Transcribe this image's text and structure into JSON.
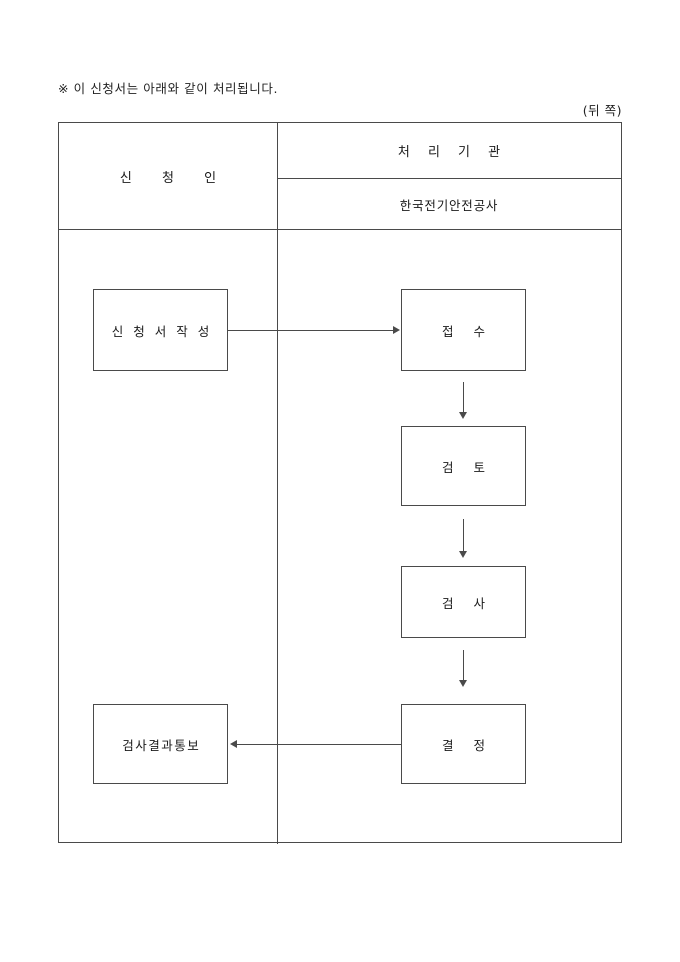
{
  "document": {
    "notice": "※ 이 신청서는 아래와 같이 처리됩니다.",
    "page_side_label": "(뒤 쪽)"
  },
  "table": {
    "headers": {
      "applicant": "신 청 인",
      "agency_title": "처 리 기 관",
      "agency_name": "한국전기안전공사"
    }
  },
  "flow": {
    "applicant_nodes": [
      {
        "id": "apply",
        "label": "신 청 서 작 성"
      },
      {
        "id": "result",
        "label": "검사결과통보"
      }
    ],
    "agency_nodes": [
      {
        "id": "receive",
        "label": "접 수"
      },
      {
        "id": "review",
        "label": "검 토"
      },
      {
        "id": "inspect",
        "label": "검 사"
      },
      {
        "id": "decide",
        "label": "결 정"
      }
    ],
    "connectors": [
      {
        "id": "apply-to-receive",
        "direction": "right"
      },
      {
        "id": "receive-to-review",
        "direction": "down"
      },
      {
        "id": "review-to-inspect",
        "direction": "down"
      },
      {
        "id": "inspect-to-decide",
        "direction": "down"
      },
      {
        "id": "decide-to-result",
        "direction": "left"
      }
    ]
  },
  "colors": {
    "line": "#4a4a4a",
    "text": "#1a1a1a",
    "background": "#ffffff"
  }
}
